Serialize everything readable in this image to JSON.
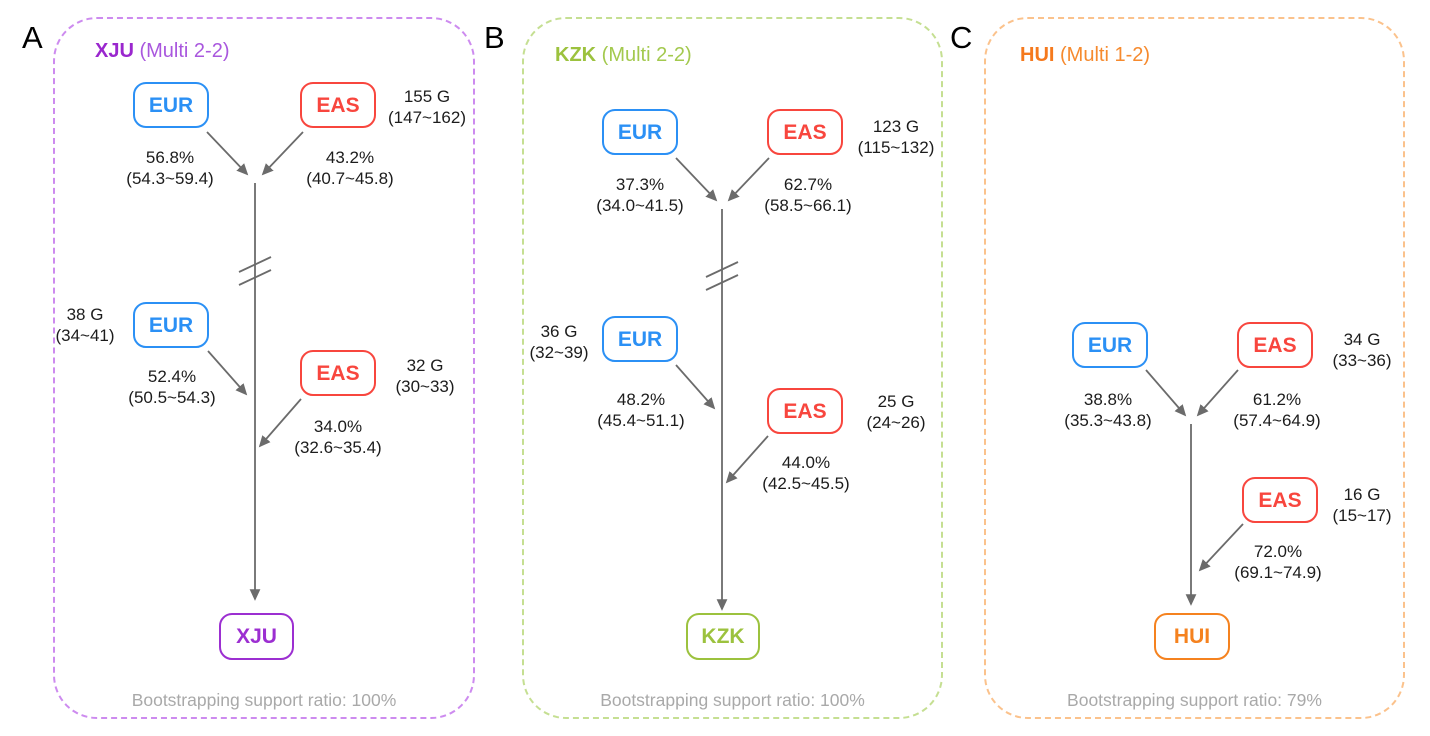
{
  "figure": {
    "type": "admixture-model-diagram",
    "description_visible": false
  },
  "colors": {
    "eur_blue": "#2b90f5",
    "eas_red": "#f8463e",
    "xju_purple": "#9c2fd1",
    "kzk_green": "#9cc23e",
    "hui_orange": "#f5821f",
    "arrow_gray": "#6b6b6b",
    "footer_gray": "#a9a9a9",
    "border_purple": "#cd8bef",
    "border_green": "#c5df92",
    "border_orange": "#fbc28c"
  },
  "panels": [
    {
      "letter": "A",
      "title": "XJU",
      "subtitle": "(Multi 2-2)",
      "nodes": {
        "eur1": "EUR",
        "eas1": "EAS",
        "eur2": "EUR",
        "eas2": "EAS",
        "target": "XJU"
      },
      "pulse1": {
        "gen": "155 G",
        "gen_ci": "(147~162)",
        "left_pct": "56.8%",
        "left_ci": "(54.3~59.4)",
        "right_pct": "43.2%",
        "right_ci": "(40.7~45.8)"
      },
      "pulse2": {
        "left_gen": "38 G",
        "left_gen_ci": "(34~41)",
        "left_pct": "52.4%",
        "left_ci": "(50.5~54.3)",
        "right_gen": "32 G",
        "right_gen_ci": "(30~33)",
        "right_pct": "34.0%",
        "right_ci": "(32.6~35.4)"
      },
      "footer": "Bootstrapping support ratio: 100%"
    },
    {
      "letter": "B",
      "title": "KZK",
      "subtitle": "(Multi 2-2)",
      "nodes": {
        "eur1": "EUR",
        "eas1": "EAS",
        "eur2": "EUR",
        "eas2": "EAS",
        "target": "KZK"
      },
      "pulse1": {
        "gen": "123 G",
        "gen_ci": "(115~132)",
        "left_pct": "37.3%",
        "left_ci": "(34.0~41.5)",
        "right_pct": "62.7%",
        "right_ci": "(58.5~66.1)"
      },
      "pulse2": {
        "left_gen": "36 G",
        "left_gen_ci": "(32~39)",
        "left_pct": "48.2%",
        "left_ci": "(45.4~51.1)",
        "right_gen": "25 G",
        "right_gen_ci": "(24~26)",
        "right_pct": "44.0%",
        "right_ci": "(42.5~45.5)"
      },
      "footer": "Bootstrapping support ratio: 100%"
    },
    {
      "letter": "C",
      "title": "HUI",
      "subtitle": "(Multi 1-2)",
      "nodes": {
        "eur1": "EUR",
        "eas1": "EAS",
        "eas2": "EAS",
        "target": "HUI"
      },
      "pulse1": {
        "gen": "34 G",
        "gen_ci": "(33~36)",
        "left_pct": "38.8%",
        "left_ci": "(35.3~43.8)",
        "right_pct": "61.2%",
        "right_ci": "(57.4~64.9)"
      },
      "pulse2": {
        "right_gen": "16 G",
        "right_gen_ci": "(15~17)",
        "right_pct": "72.0%",
        "right_ci": "(69.1~74.9)"
      },
      "footer": "Bootstrapping support ratio: 79%"
    }
  ]
}
